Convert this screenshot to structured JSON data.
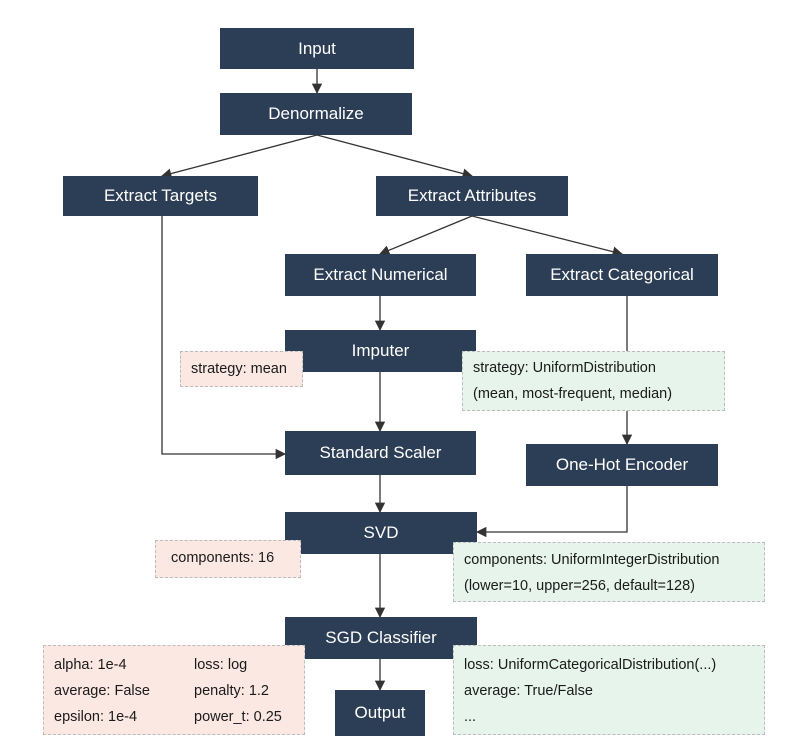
{
  "nodes": {
    "input": "Input",
    "denormalize": "Denormalize",
    "extract_targets": "Extract Targets",
    "extract_attributes": "Extract Attributes",
    "extract_numerical": "Extract Numerical",
    "extract_categorical": "Extract Categorical",
    "imputer": "Imputer",
    "standard_scaler": "Standard Scaler",
    "one_hot_encoder": "One-Hot Encoder",
    "svd": "SVD",
    "sgd_classifier": "SGD Classifier",
    "output": "Output"
  },
  "notes": {
    "imputer_fixed": "strategy: mean",
    "imputer_search": [
      "strategy: UniformDistribution",
      "(mean, most-frequent, median)"
    ],
    "svd_fixed": "components: 16",
    "svd_search": [
      "components: UniformIntegerDistribution",
      "(lower=10, upper=256, default=128)"
    ],
    "sgd_fixed": [
      "alpha: 1e-4",
      "loss: log",
      "average: False",
      "penalty: 1.2",
      "epsilon: 1e-4",
      "power_t: 0.25"
    ],
    "sgd_search": [
      "loss: UniformCategoricalDistribution(...)",
      "average: True/False",
      "..."
    ]
  },
  "colors": {
    "node": "#2c3e55",
    "node_text": "#ffffff",
    "fixed_note": "#fbe8e2",
    "search_note": "#e6f4ec",
    "edge": "#333333"
  }
}
